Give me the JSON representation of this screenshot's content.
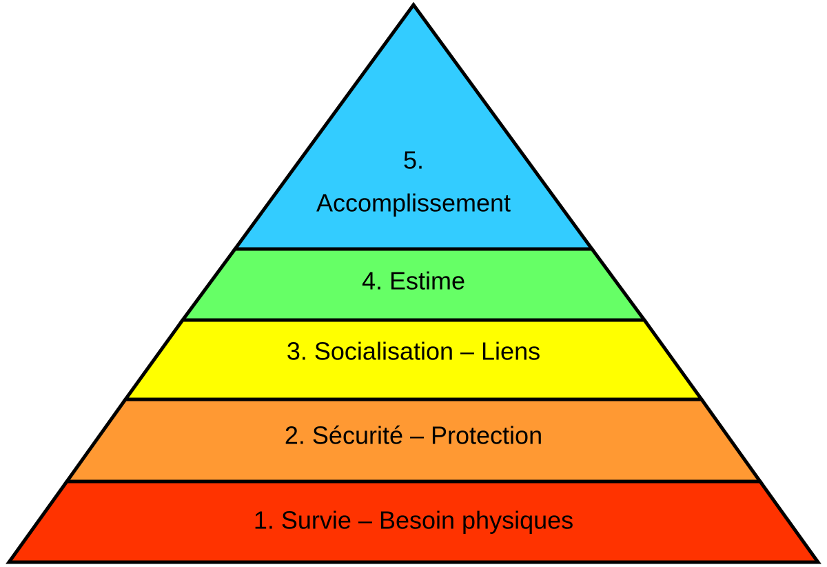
{
  "levels": [
    {
      "label": "1. Survie – Besoin physiques",
      "color": "#FF3300"
    },
    {
      "label": "2. Sécurité – Protection",
      "color": "#FF9933"
    },
    {
      "label": "3. Socialisation – Liens",
      "color": "#FFFF00"
    },
    {
      "label": "4. Estime",
      "color": "#66FF66"
    },
    {
      "label_line1": "5.",
      "label_line2": "Accomplissement",
      "color": "#33CCFF"
    }
  ]
}
